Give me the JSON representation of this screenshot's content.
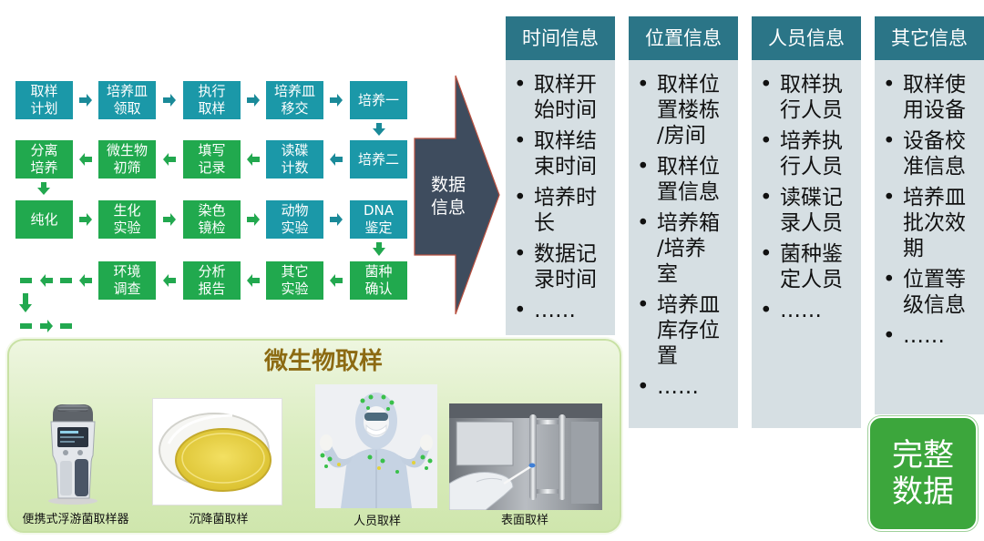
{
  "colors": {
    "teal": "#1b98a8",
    "green": "#21a94e",
    "arrow_teal": "#1a8a99",
    "arrow_green": "#22a84f",
    "header": "#2b7587",
    "column_body": "#d6dfe3",
    "big_arrow": "#3e4c5e",
    "title": "#8c6a12",
    "complete": "#3ca63c"
  },
  "flow": {
    "row1": [
      "取样\n计划",
      "培养皿\n领取",
      "执行\n取样",
      "培养皿\n移交",
      "培养一"
    ],
    "row2": [
      "分离\n培养",
      "微生物\n初筛",
      "填写\n记录",
      "读碟\n计数",
      "培养二"
    ],
    "row3": [
      "纯化",
      "生化\n实验",
      "染色\n镜检",
      "动物\n实验",
      "DNA\n鉴定"
    ],
    "row4": [
      "环境\n调查",
      "分析\n报告",
      "其它\n实验",
      "菌种\n确认"
    ]
  },
  "data_arrow": {
    "label": "数据\n信息"
  },
  "columns": [
    {
      "header": "时间信息",
      "items": [
        "取样开始时间",
        "取样结束时间",
        "培养时长",
        "数据记录时间",
        "……"
      ]
    },
    {
      "header": "位置信息",
      "items": [
        "取样位置楼栋/房间",
        "取样位置信息",
        "培养箱/培养室",
        "培养皿库存位置",
        "……"
      ]
    },
    {
      "header": "人员信息",
      "items": [
        "取样执行人员",
        "培养执行人员",
        "读碟记录人员",
        "菌种鉴定人员",
        "……"
      ]
    },
    {
      "header": "其它信息",
      "items": [
        "取样使用设备",
        "设备校准信息",
        "培养皿批次效期",
        "位置等级信息",
        "……"
      ]
    }
  ],
  "sampling": {
    "title": "微生物取样",
    "items": [
      {
        "caption": "便携式浮游菌取样器",
        "icon": "air-sampler"
      },
      {
        "caption": "沉降菌取样",
        "icon": "petri-dish"
      },
      {
        "caption": "人员取样",
        "icon": "cleanroom-person"
      },
      {
        "caption": "表面取样",
        "icon": "surface-swab"
      }
    ]
  },
  "complete_data": {
    "label": "完整\n数据"
  }
}
